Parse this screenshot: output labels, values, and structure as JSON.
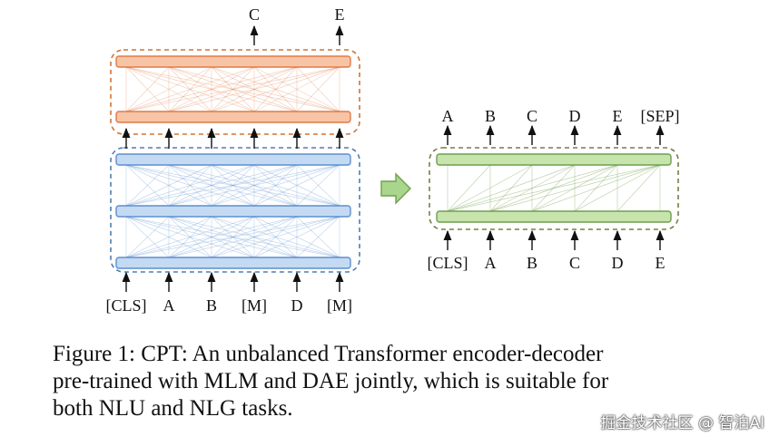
{
  "decoder_outputs": [
    "C",
    "E"
  ],
  "encoder_inputs": [
    "[CLS]",
    "A",
    "B",
    "[M]",
    "D",
    "[M]"
  ],
  "dae_outputs": [
    "A",
    "B",
    "C",
    "D",
    "E",
    "[SEP]"
  ],
  "dae_inputs": [
    "[CLS]",
    "A",
    "B",
    "C",
    "D",
    "E"
  ],
  "colors": {
    "mlm_bar_fill": "#f7c4a6",
    "mlm_bar_stroke": "#e07a46",
    "mlm_box": "#cf7436",
    "encoder_bar_fill": "#c4daf2",
    "encoder_bar_stroke": "#5c8fcf",
    "encoder_box": "#4f7fb0",
    "dae_bar_fill": "#c8e4ad",
    "dae_bar_stroke": "#6e9e4e",
    "dae_box": "#7a7a48",
    "arrow_fill": "#a8d68c",
    "arrow_stroke": "#6f9f4f"
  },
  "caption": {
    "line1": "Figure 1: CPT: An unbalanced Transformer encoder-decoder",
    "line2": "pre-trained with MLM and DAE jointly, which is suitable for",
    "line3": "both NLU and NLG tasks."
  },
  "watermark": "掘金技术社区 @ 智泊AI"
}
